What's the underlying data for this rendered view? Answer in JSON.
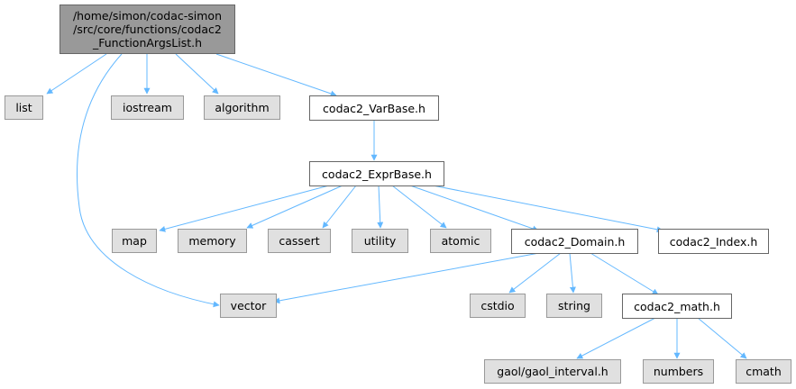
{
  "root": {
    "lines": [
      "/home/simon/codac-simon",
      "/src/core/functions/codac2",
      "_FunctionArgsList.h"
    ]
  },
  "nodes": {
    "list": "list",
    "iostream": "iostream",
    "algorithm": "algorithm",
    "varbase": "codac2_VarBase.h",
    "vector": "vector",
    "exprbase": "codac2_ExprBase.h",
    "map": "map",
    "memory": "memory",
    "cassert": "cassert",
    "utility": "utility",
    "atomic": "atomic",
    "domain": "codac2_Domain.h",
    "index": "codac2_Index.h",
    "cstdio": "cstdio",
    "string": "string",
    "math": "codac2_math.h",
    "gaol": "gaol/gaol_interval.h",
    "numbers": "numbers",
    "cmath": "cmath"
  },
  "colors": {
    "edge": "#63b8ff",
    "root_fill": "#999999",
    "external_fill": "#e0e0e0",
    "local_fill": "#ffffff"
  }
}
